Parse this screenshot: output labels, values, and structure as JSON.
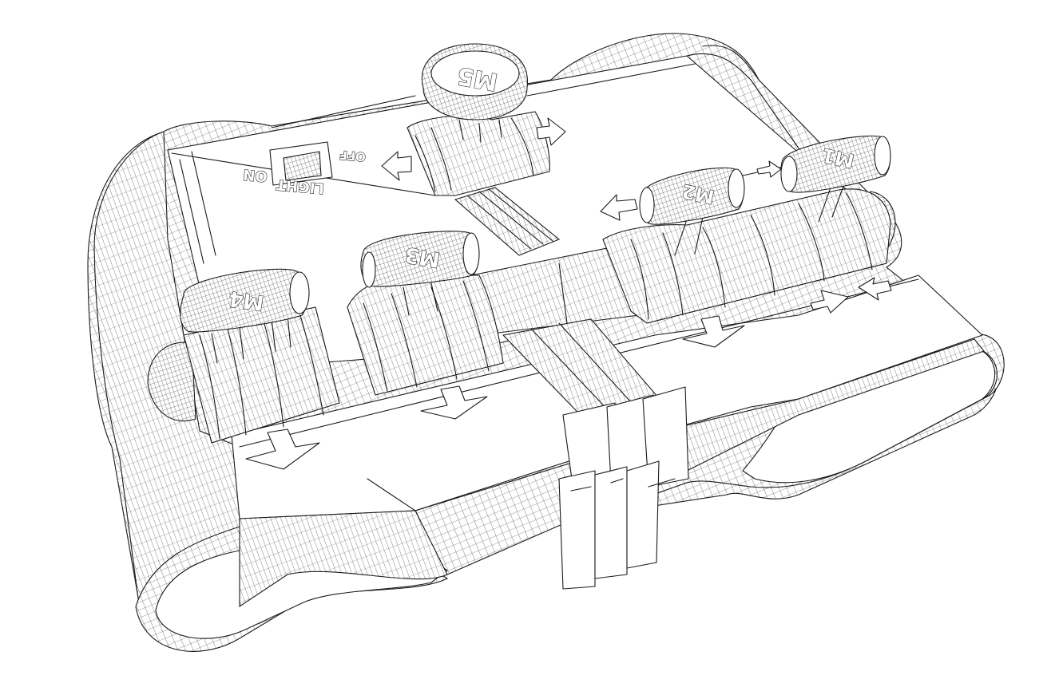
{
  "diagram": {
    "modules": [
      {
        "id": "m1",
        "label": "M1"
      },
      {
        "id": "m2",
        "label": "M2"
      },
      {
        "id": "m3",
        "label": "M3"
      },
      {
        "id": "m4",
        "label": "M4"
      },
      {
        "id": "m5",
        "label": "M5"
      }
    ],
    "light_switch": {
      "title": "LIGHT",
      "on_label": "ON",
      "off_label": "OFF"
    }
  }
}
